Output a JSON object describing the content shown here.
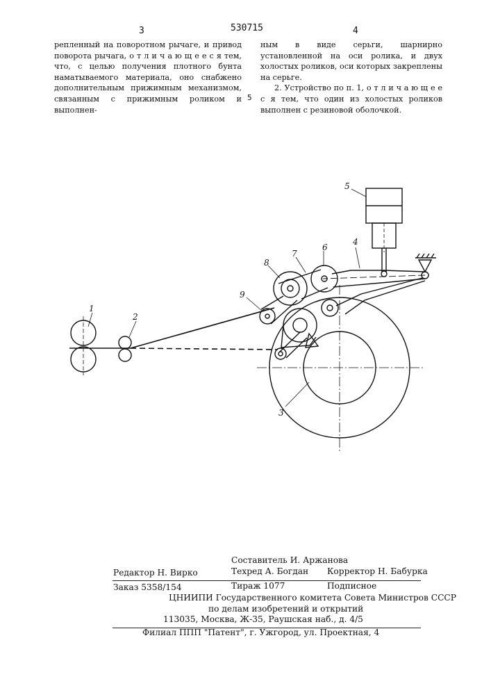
{
  "header": {
    "patent_number": "530715",
    "page_left": "3",
    "page_right": "4",
    "line_marker": "5"
  },
  "text": {
    "left_column": "репленный на поворотном рычаге, и привод поворота рычага, о т л и ч а ю щ е е с я тем, что, с целью получения плотного бунта наматываемого материала, оно снабжено дополнительным прижимным механизмом, связанным с прижимным роликом и выполнен-",
    "right_column_p1": "ным в виде серьги, шарнирно установленной на оси ролика, и двух холостых роликов, оси которых закреплены на серьге.",
    "right_column_p2": "2. Устройство по п. 1, о т л и ч а ю щ е е с я тем, что один из холостых роликов выполнен с резиновой оболочкой."
  },
  "figure": {
    "labels": [
      "1",
      "2",
      "3",
      "4",
      "5",
      "6",
      "7",
      "8",
      "9"
    ]
  },
  "footer": {
    "compiler": "Составитель И. Аржанова",
    "editor": "Редактор Н. Вирко",
    "techred": "Техред А. Богдан",
    "corrector": "Корректор Н. Бабурка",
    "order": "Заказ 5358/154",
    "circulation": "Тираж 1077",
    "subscription": "Подписное",
    "institute": "ЦНИИПИ Государственного комитета Совета Министров СССР",
    "affairs": "по делам изобретений и открытий",
    "address": "113035, Москва, Ж-35, Раушская наб., д. 4/5",
    "branch": "Филиал ППП \"Патент\", г. Ужгород, ул. Проектная, 4"
  }
}
